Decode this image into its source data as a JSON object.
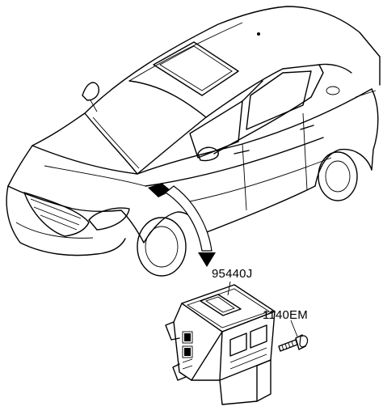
{
  "parts": [
    {
      "id": "ecu",
      "code": "95440J"
    },
    {
      "id": "bolt",
      "code": "1140EM"
    }
  ]
}
